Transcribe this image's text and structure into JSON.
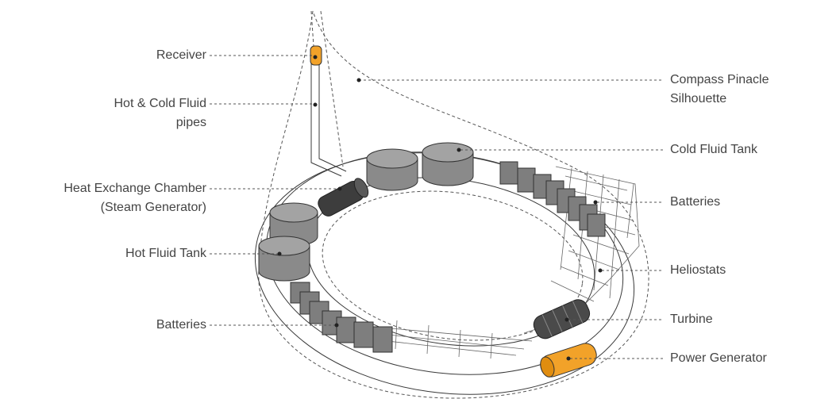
{
  "labels": {
    "receiver": "Receiver",
    "pipes_line1": "Hot & Cold Fluid",
    "pipes_line2": "pipes",
    "heat_exchange_line1": "Heat Exchange Chamber",
    "heat_exchange_line2": "(Steam Generator)",
    "hot_tank": "Hot Fluid Tank",
    "batteries_left": "Batteries",
    "silhouette_line1": "Compass Pinacle",
    "silhouette_line2": "Silhouette",
    "cold_tank": "Cold Fluid Tank",
    "batteries_right": "Batteries",
    "heliostats": "Heliostats",
    "turbine": "Turbine",
    "power_generator": "Power Generator"
  },
  "colors": {
    "tank_fill": "#8a8a8a",
    "tank_top": "#a3a3a3",
    "battery_fill": "#7e7e7e",
    "accent_orange": "#f2a229",
    "line": "#3a3a3a",
    "text": "#444444"
  }
}
